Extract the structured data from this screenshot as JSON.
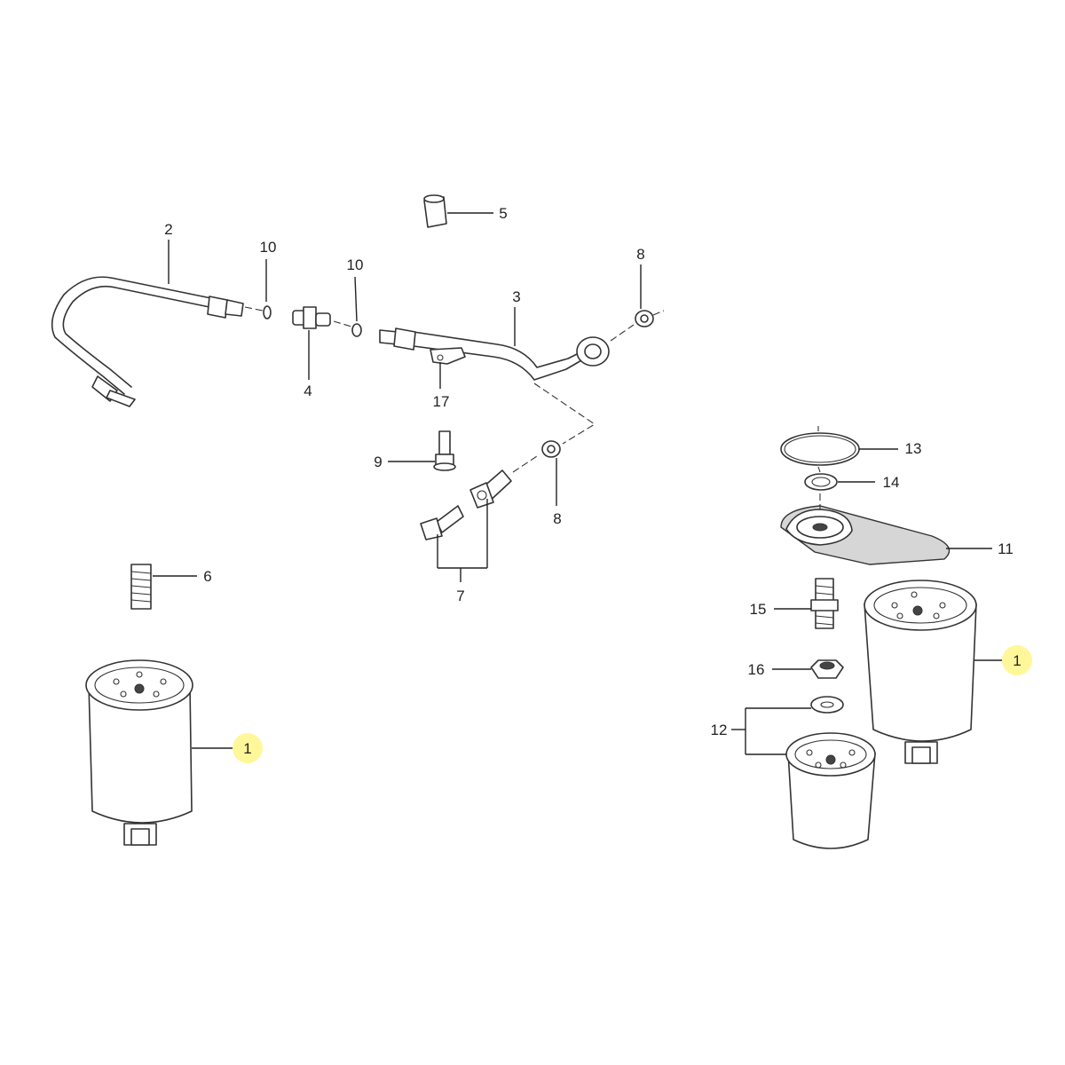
{
  "callouts": {
    "c1_left": "1",
    "c1_right": "1",
    "c2": "2",
    "c3": "3",
    "c4": "4",
    "c5": "5",
    "c6": "6",
    "c7": "7",
    "c8_top": "8",
    "c8_bottom": "8",
    "c9": "9",
    "c10_left": "10",
    "c10_right": "10",
    "c11": "11",
    "c12": "12",
    "c13": "13",
    "c14": "14",
    "c15": "15",
    "c16": "16",
    "c17": "17"
  },
  "highlight_color": "#fff799"
}
